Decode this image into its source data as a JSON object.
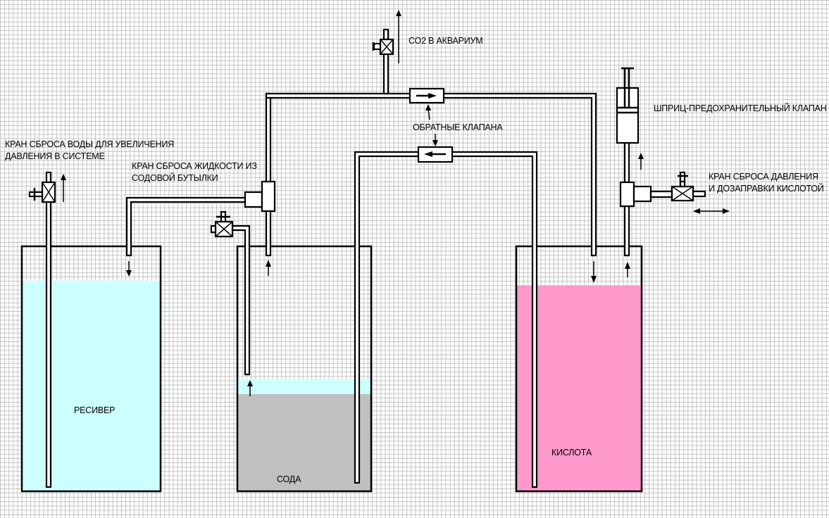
{
  "labels": {
    "receiver_drain_valve": [
      "КРАН СБРОСА ВОДЫ ДЛЯ УВЕЛИЧЕНИЯ",
      "ДАВЛЕНИЯ В СИСТЕМЕ"
    ],
    "soda_drain_valve": [
      "КРАН СБРОСА ЖИДКОСТИ ИЗ",
      "СОДОВОЙ БУТЫЛКИ"
    ],
    "co2_outlet": "СО2 В АКВАРИУМ",
    "check_valves": "ОБРАТНЫЕ КЛАПАНА",
    "syringe_safety_valve": "ШПРИЦ-ПРЕДОХРАНИТЕЛЬНЫЙ КЛАПАН",
    "acid_pressure_valve": [
      "КРАН СБРОСА ДАВЛЕНИЯ",
      "И ДОЗАПРАВКИ КИСЛОТОЙ"
    ]
  },
  "tanks": [
    {
      "id": "receiver",
      "label": "РЕСИВЕР",
      "fill_color": "#ccffff",
      "liquid_level_fraction": 0.86
    },
    {
      "id": "soda",
      "label": "СОДА",
      "fill_color": "#c0c0c0",
      "water_color": "#ccffff",
      "liquid_level_fraction": 0.4
    },
    {
      "id": "acid",
      "label": "КИСЛОТА",
      "fill_color": "#ff99cc",
      "liquid_level_fraction": 0.84
    }
  ],
  "colors": {
    "grid": "#c0c0c0",
    "line": "#000000",
    "water": "#ccffff",
    "soda": "#c0c0c0",
    "acid": "#ff99cc"
  }
}
